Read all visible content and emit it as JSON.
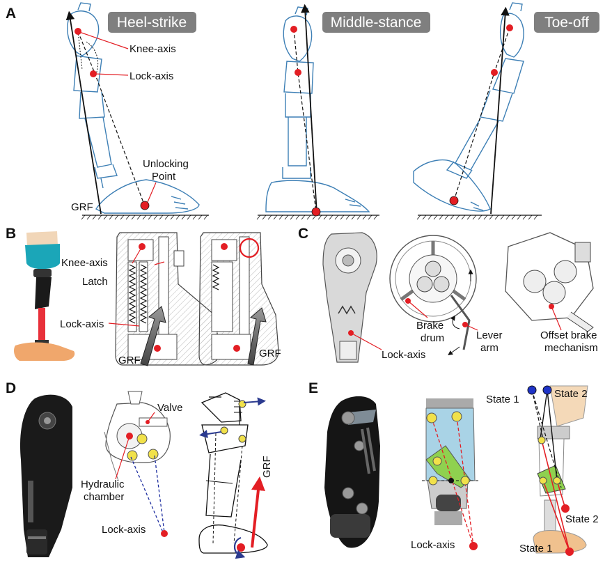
{
  "panels": {
    "A": {
      "letter": "A",
      "phases": [
        "Heel-strike",
        "Middle-stance",
        "Toe-off"
      ],
      "labels": {
        "knee_axis": "Knee-axis",
        "lock_axis": "Lock-axis",
        "unlocking_line1": "Unlocking",
        "unlocking_line2": "Point",
        "grf": "GRF"
      }
    },
    "B": {
      "letter": "B",
      "labels": {
        "knee_axis": "Knee-axis",
        "latch": "Latch",
        "lock_axis": "Lock-axis",
        "grf_1": "GRF",
        "grf_2": "GRF"
      }
    },
    "C": {
      "letter": "C",
      "labels": {
        "brake_drum_line1": "Brake",
        "brake_drum_line2": "drum",
        "lever_arm_line1": "Lever",
        "lever_arm_line2": "arm",
        "lock_axis": "Lock-axis",
        "offset_line1": "Offset brake",
        "offset_line2": "mechanism"
      }
    },
    "D": {
      "letter": "D",
      "labels": {
        "valve": "Valve",
        "hydraulic_line1": "Hydraulic",
        "hydraulic_line2": "chamber",
        "lock_axis": "Lock-axis",
        "grf": "GRF"
      }
    },
    "E": {
      "letter": "E",
      "labels": {
        "lock_axis": "Lock-axis",
        "state1_top": "State 1",
        "state2_top": "State 2",
        "state2_bottom": "State 2",
        "state1_bottom": "State 1"
      }
    }
  },
  "colors": {
    "accent_red": "#e31e24",
    "line_blue": "#3d7fb5",
    "pill_gray": "#7f7f7f",
    "prosthesis_blue": "#a9d3e6",
    "yellow": "#f1e14a"
  }
}
